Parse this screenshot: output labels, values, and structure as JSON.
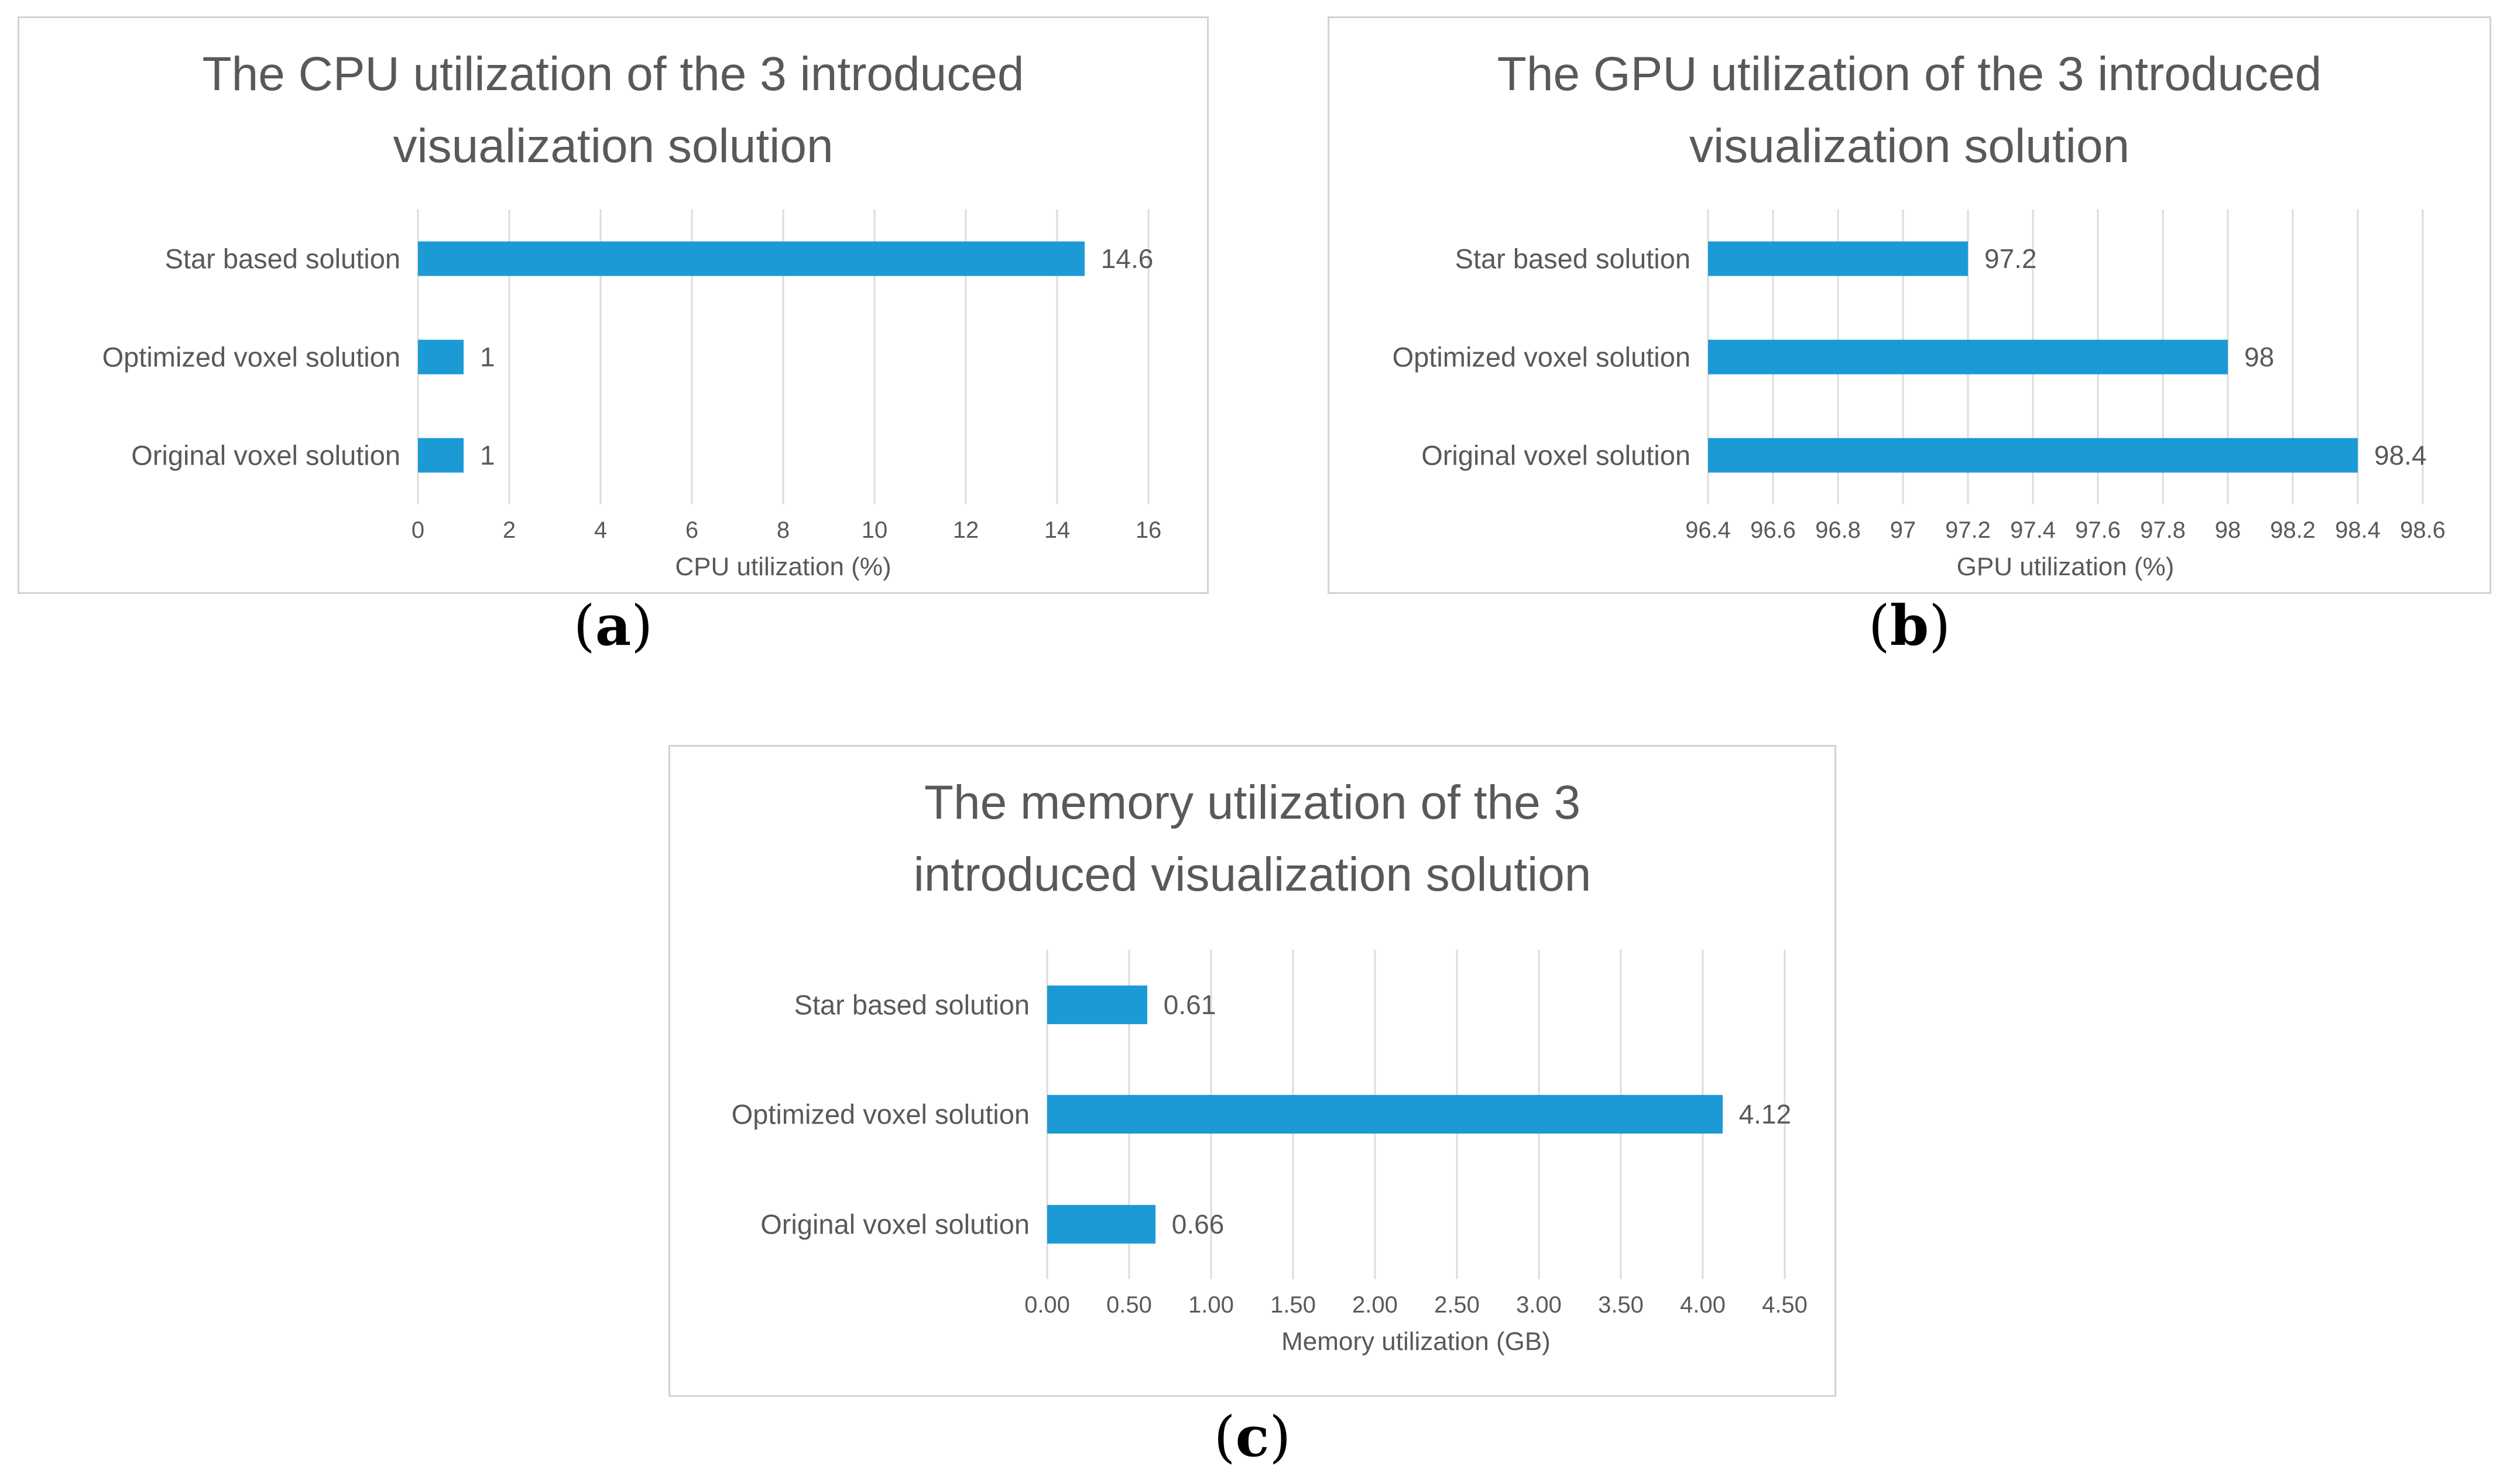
{
  "colors": {
    "bar": "#1b9ad6",
    "grid": "#dcdcdc",
    "text": "#595959",
    "panel_border": "#d2d2d2",
    "caption_text": "#000000"
  },
  "figure": {
    "captions": [
      {
        "open": "(",
        "letter": "a",
        "close": ")"
      },
      {
        "open": "(",
        "letter": "b",
        "close": ")"
      },
      {
        "open": "(",
        "letter": "c",
        "close": ")"
      }
    ]
  },
  "chart_data": [
    {
      "type": "bar",
      "orientation": "horizontal",
      "title": "The CPU utilization of the 3 introduced visualization solution",
      "title_lines": [
        "The CPU utilization of the 3 introduced",
        "visualization solution"
      ],
      "categories": [
        "Star based solution",
        "Optimized voxel solution",
        "Original voxel solution"
      ],
      "values": [
        14.6,
        1,
        1
      ],
      "value_labels": [
        "14.6",
        "1",
        "1"
      ],
      "xlabel": "CPU utilization (%)",
      "xlim": [
        0,
        16
      ],
      "xtick_values": [
        0,
        2,
        4,
        6,
        8,
        10,
        12,
        14,
        16
      ],
      "xtick_labels": [
        "0",
        "2",
        "4",
        "6",
        "8",
        "10",
        "12",
        "14",
        "16"
      ],
      "grid": true,
      "legend": false
    },
    {
      "type": "bar",
      "orientation": "horizontal",
      "title": "The GPU utilization of the 3 introduced visualization solution",
      "title_lines": [
        "The GPU utilization of the 3 introduced",
        "visualization solution"
      ],
      "categories": [
        "Star based solution",
        "Optimized voxel solution",
        "Original voxel solution"
      ],
      "values": [
        97.2,
        98,
        98.4
      ],
      "value_labels": [
        "97.2",
        "98",
        "98.4"
      ],
      "xlabel": "GPU utilization (%)",
      "xlim": [
        96.4,
        98.6
      ],
      "xtick_values": [
        96.4,
        96.6,
        96.8,
        97,
        97.2,
        97.4,
        97.6,
        97.8,
        98,
        98.2,
        98.4,
        98.6
      ],
      "xtick_labels": [
        "96.4",
        "96.6",
        "96.8",
        "97",
        "97.2",
        "97.4",
        "97.6",
        "97.8",
        "98",
        "98.2",
        "98.4",
        "98.6"
      ],
      "grid": true,
      "legend": false
    },
    {
      "type": "bar",
      "orientation": "horizontal",
      "title": "The memory utilization of the 3 introduced visualization solution",
      "title_lines": [
        "The memory utilization of the 3",
        "introduced visualization solution"
      ],
      "categories": [
        "Star based solution",
        "Optimized voxel solution",
        "Original voxel solution"
      ],
      "values": [
        0.61,
        4.12,
        0.66
      ],
      "value_labels": [
        "0.61",
        "4.12",
        "0.66"
      ],
      "xlabel": "Memory utilization (GB)",
      "xlim": [
        0,
        4.5
      ],
      "xtick_values": [
        0,
        0.5,
        1,
        1.5,
        2,
        2.5,
        3,
        3.5,
        4,
        4.5
      ],
      "xtick_labels": [
        "0.00",
        "0.50",
        "1.00",
        "1.50",
        "2.00",
        "2.50",
        "3.00",
        "3.50",
        "4.00",
        "4.50"
      ],
      "grid": true,
      "legend": false
    }
  ]
}
